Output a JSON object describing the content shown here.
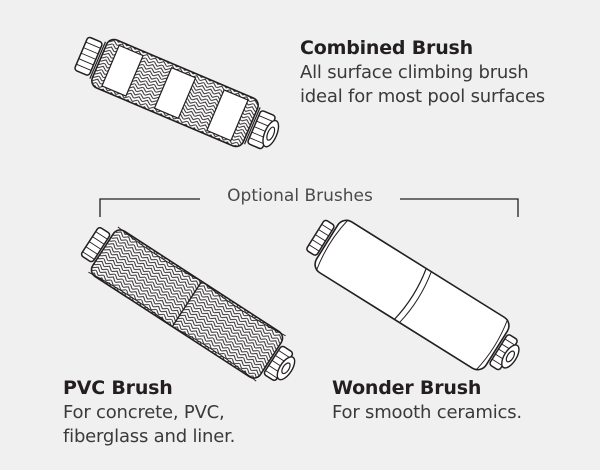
{
  "optional_label": "Optional Brushes",
  "brushes": [
    {
      "title": "Combined Brush",
      "desc": [
        "All surface climbing brush",
        "ideal for most pool surfaces"
      ]
    },
    {
      "title": "PVC Brush",
      "desc": [
        "For concrete, PVC,",
        "fiberglass and liner."
      ]
    },
    {
      "title": "Wonder Brush",
      "desc": [
        "For smooth ceramics."
      ]
    }
  ],
  "icons": [
    "combined-brush-icon",
    "pvc-brush-icon",
    "wonder-brush-icon"
  ],
  "colors": {
    "background": "#f0f0f0",
    "line": "#231f20",
    "fill": "#ffffff"
  }
}
